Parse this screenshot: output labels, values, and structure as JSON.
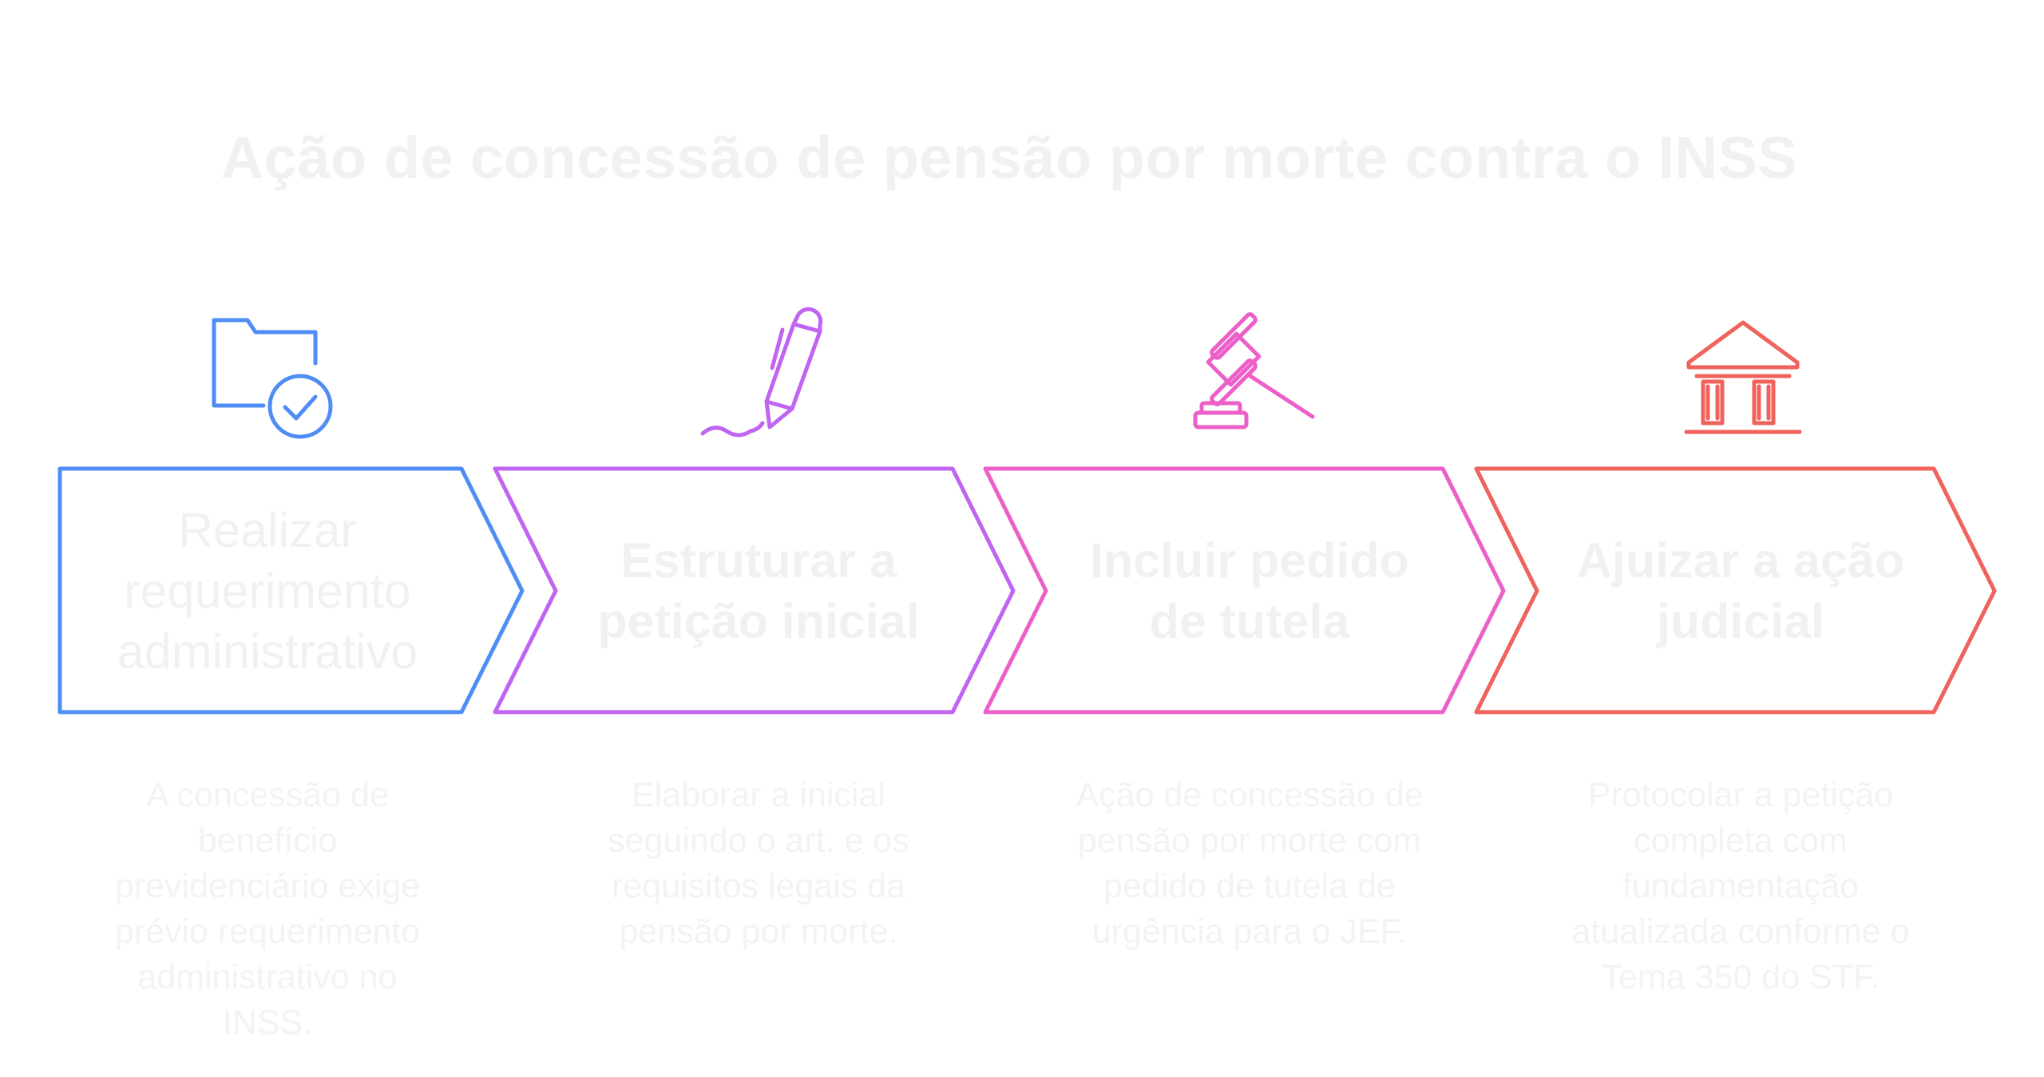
{
  "title": "Ação de concessão de pensão por morte contra o INSS",
  "steps": [
    {
      "label": "Realizar requerimento administrativo",
      "description": "A concessão de benefício previdenciário exige prévio requerimento administrativo no INSS.",
      "icon": "folder-check-icon",
      "color": "#4F8DF5"
    },
    {
      "label": "Estruturar a petição inicial",
      "description": "Elaborar a inicial seguindo o art. e os requisitos legais da pensão por morte.",
      "icon": "pen-signature-icon",
      "color": "#C065F2"
    },
    {
      "label": "Incluir pedido de tutela",
      "description": "Ação de concessão de pensão por morte com pedido de tutela de urgência para o JEF.",
      "icon": "gavel-icon",
      "color": "#EC5FC8"
    },
    {
      "label": "Ajuizar a ação judicial",
      "description": "Protocolar a petição completa com fundamentação atualizada conforme o Tema 350 do STF.",
      "icon": "courthouse-icon",
      "color": "#F0625B"
    }
  ]
}
